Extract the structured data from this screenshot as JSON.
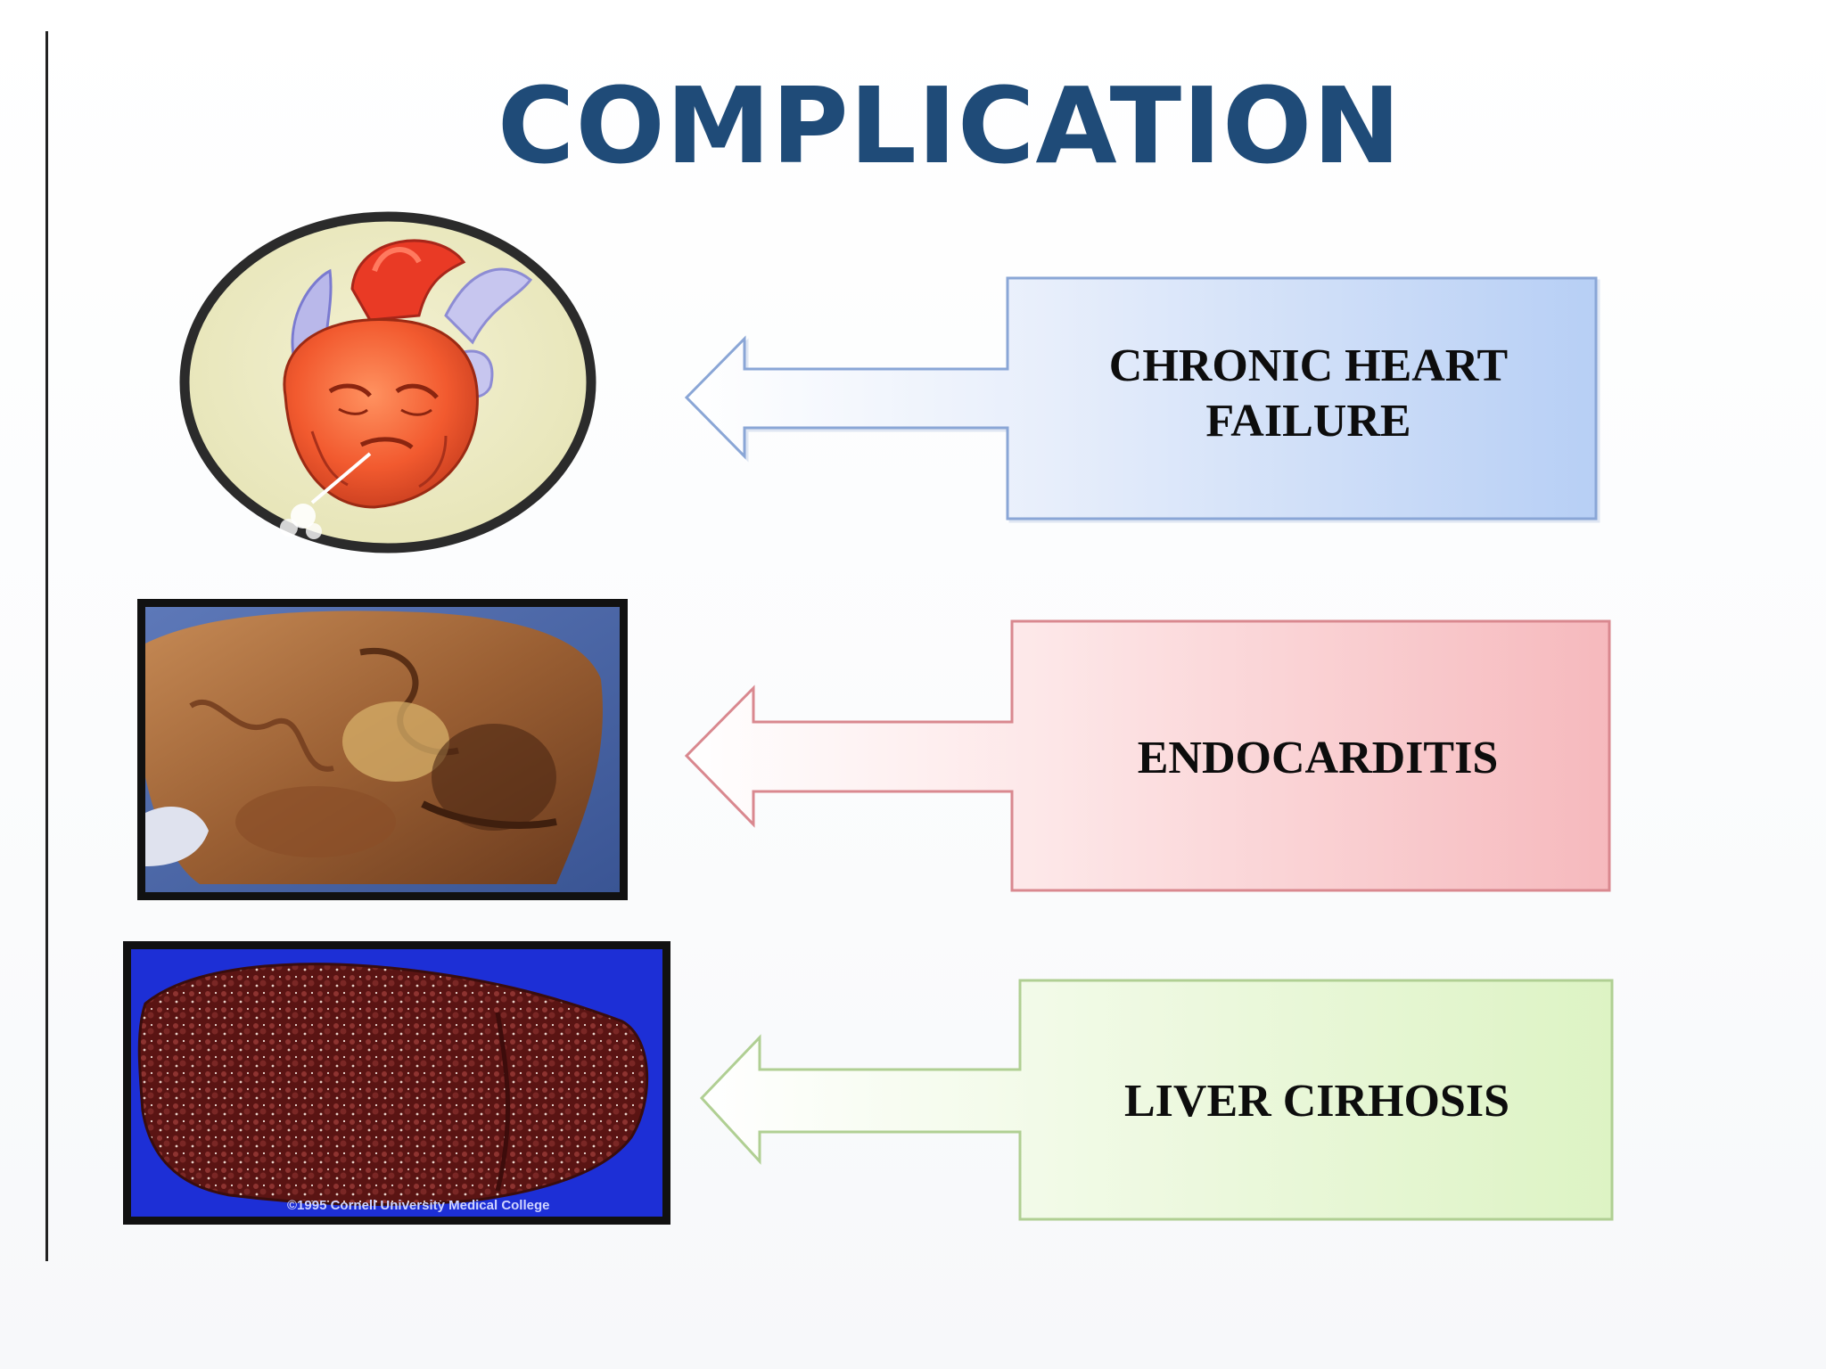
{
  "slide": {
    "title": "COMPLICATION"
  },
  "items": [
    {
      "label": "CHRONIC HEART FAILURE",
      "image": "tired heart cartoon illustration",
      "color": "#b7cff5"
    },
    {
      "label": "ENDOCARDITIS",
      "image": "dissected heart specimen photo",
      "color": "#f6b9bd"
    },
    {
      "label": "LIVER CIRHOSIS",
      "image": "cirrhotic liver specimen photo",
      "image_caption": "©1995 Cornell University Medical College",
      "color": "#ddf3c4"
    }
  ]
}
